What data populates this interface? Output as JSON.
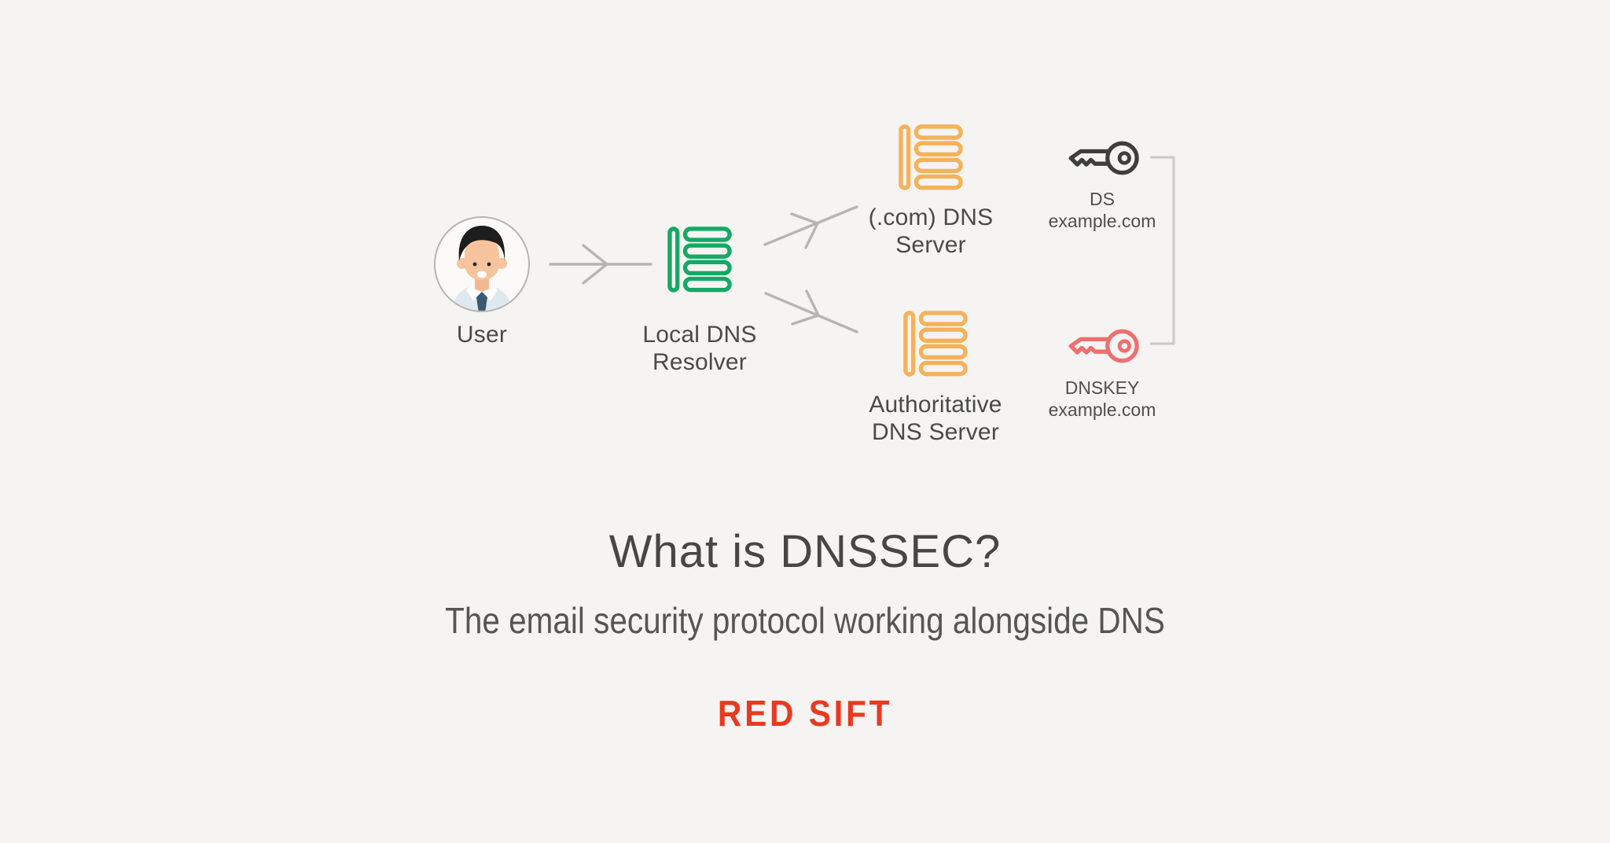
{
  "heading": {
    "title": "What is DNSSEC?",
    "subtitle": "The email security protocol working alongside DNS"
  },
  "brand": {
    "logo_text": "RED SIFT",
    "logo_color": "#e93a21"
  },
  "diagram": {
    "nodes": {
      "user": {
        "icon": "user-avatar-icon",
        "label": "User"
      },
      "resolver": {
        "icon": "server-stack-icon",
        "color": "#14aa66",
        "lines": [
          "Local DNS",
          "Resolver"
        ]
      },
      "com_server": {
        "icon": "server-stack-icon",
        "color": "#f5b259",
        "lines": [
          "(.com) DNS",
          "Server"
        ]
      },
      "auth_server": {
        "icon": "server-stack-icon",
        "color": "#f5b259",
        "lines": [
          "Authoritative",
          "DNS Server"
        ]
      },
      "ds_key": {
        "icon": "key-icon",
        "color": "#3e3e3e",
        "lines": [
          "DS",
          "example.com"
        ]
      },
      "dnskey": {
        "icon": "key-icon",
        "color": "#ee6f6f",
        "lines": [
          "DNSKEY",
          "example.com"
        ]
      }
    },
    "connectors": {
      "user_to_resolver": "arrow-right",
      "resolver_to_com": "arrow-up-right",
      "resolver_to_auth": "arrow-down-right",
      "ds_to_dnskey": "bracket"
    }
  },
  "colors": {
    "background": "#f5f4f2",
    "text": "#4a4a4a",
    "resolver_green": "#14aa66",
    "server_orange": "#f5b259",
    "ds_key_dark": "#3e3e3e",
    "dnskey_red": "#ee6f6f",
    "connector_gray": "#b5b5b5",
    "bracket_gray": "#c9c9c9"
  }
}
